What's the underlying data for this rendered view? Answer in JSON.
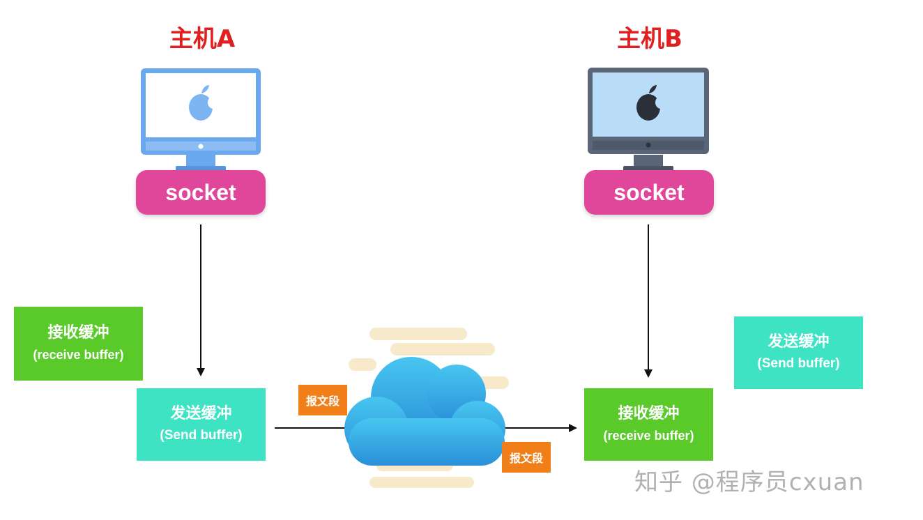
{
  "host_a": {
    "label": "主机A",
    "socket_label": "socket"
  },
  "host_b": {
    "label": "主机B",
    "socket_label": "socket"
  },
  "buffers": {
    "a_receive": {
      "zh": "接收缓冲",
      "en": "(receive buffer)"
    },
    "a_send": {
      "zh": "发送缓冲",
      "en": "(Send buffer)"
    },
    "b_receive": {
      "zh": "接收缓冲",
      "en": "(receive buffer)"
    },
    "b_send": {
      "zh": "发送缓冲",
      "en": "(Send buffer)"
    }
  },
  "segments": {
    "left": "报文段",
    "right": "报文段"
  },
  "watermark": "知乎 @程序员cxuan",
  "colors": {
    "host_label": "#e02020",
    "socket": "#e0479a",
    "green_buffer": "#5ac92a",
    "teal_buffer": "#3ee3c3",
    "segment_tag": "#f07f1a",
    "monitor_a_screen": "#ffffff",
    "monitor_a_frame": "#6aa9ee",
    "monitor_b_screen": "#b9dcf8",
    "monitor_b_frame": "#5a6577",
    "cloud": "#3aa9e6"
  },
  "icons": [
    "apple-logo-icon",
    "monitor-icon",
    "cloud-icon"
  ]
}
